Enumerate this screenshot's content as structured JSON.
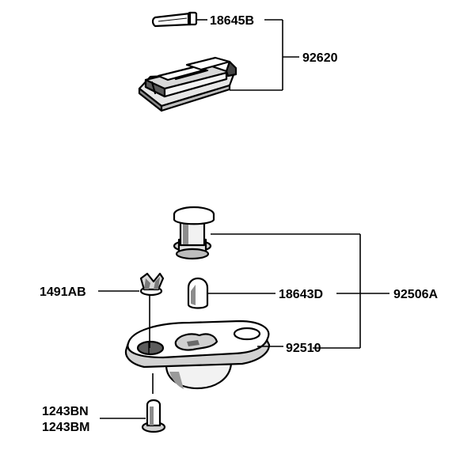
{
  "labels": {
    "bulb_top": "18645B",
    "lamp_assembly": "92620",
    "screw_clip": "1491AB",
    "bulb_bottom": "18643D",
    "lamp_assy_bottom": "92506A",
    "lens_housing": "92510",
    "grommet_1": "1243BN",
    "grommet_2": "1243BM"
  }
}
